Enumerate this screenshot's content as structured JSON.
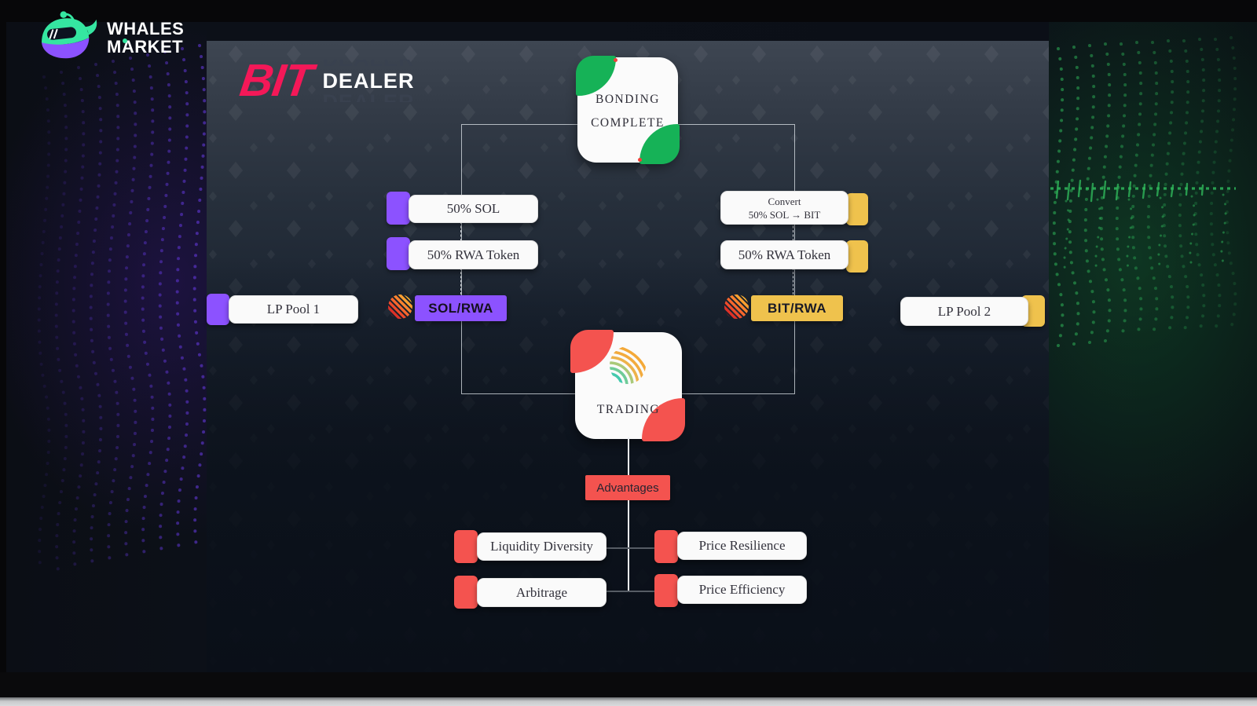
{
  "brand": {
    "name_line1": "WHALES",
    "name_line2": "MARKET"
  },
  "product": {
    "primary": "BIT",
    "secondary": "DEALER",
    "ghost": "DEALER"
  },
  "flow": {
    "bonding": {
      "line1": "BONDING",
      "line2": "COMPLETE"
    },
    "left": {
      "step1": "50% SOL",
      "step2": "50% RWA Token",
      "pair": "SOL/RWA",
      "pool": "LP Pool 1"
    },
    "right": {
      "step1a": "Convert",
      "step1b": "50% SOL → BIT",
      "step2": "50% RWA Token",
      "pair": "BIT/RWA",
      "pool": "LP Pool 2"
    },
    "trading": "TRADING",
    "advantages_label": "Advantages",
    "advantages": [
      "Liquidity Diversity",
      "Price Resilience",
      "Arbitrage",
      "Price Efficiency"
    ]
  },
  "colors": {
    "purple": "#8C52FF",
    "yellow": "#EFC24D",
    "red": "#F4534F",
    "green": "#16B257",
    "pink": "#F41858",
    "wave_purple": "#6D3DF2",
    "wave_green": "#2FB65A"
  }
}
